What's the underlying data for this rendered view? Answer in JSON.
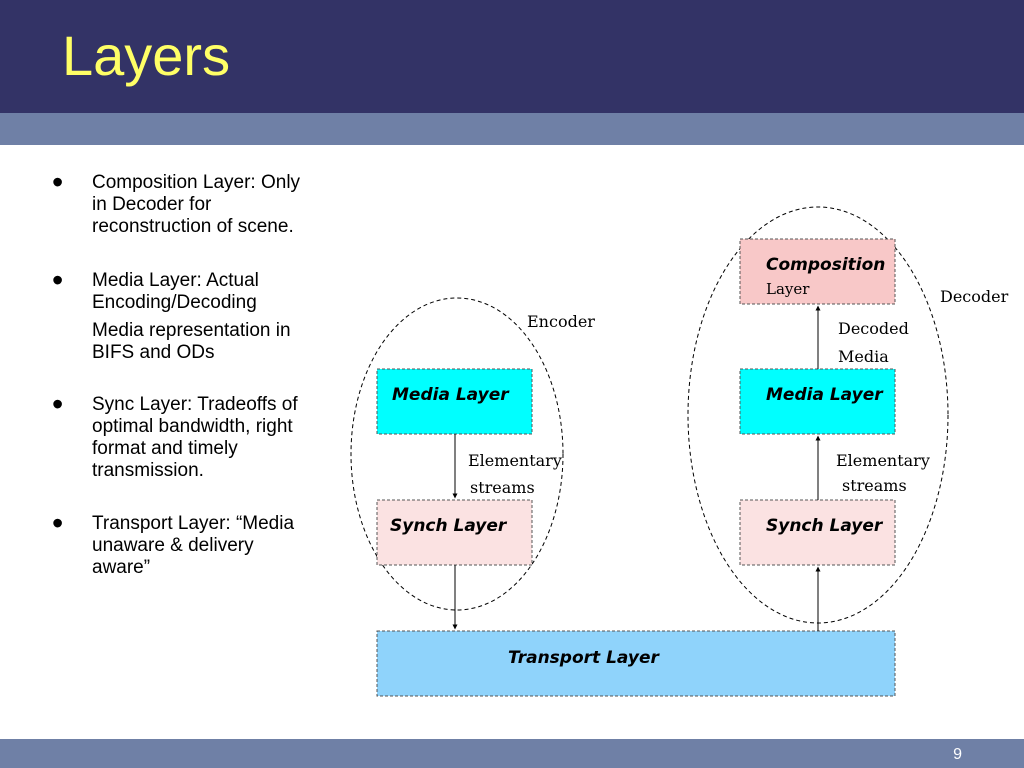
{
  "slide": {
    "title": "Layers",
    "page_number": "9",
    "colors": {
      "title_bg": "#333366",
      "title_text": "#ffff66",
      "band": "#6f80a6"
    }
  },
  "bullets": [
    {
      "text": "Composition Layer: Only in Decoder for reconstruction of scene."
    },
    {
      "text": "Media Layer: Actual Encoding/Decoding",
      "extra": "Media representation in BIFS and ODs"
    },
    {
      "text": "Sync Layer: Tradeoffs of optimal bandwidth, right format and timely transmission."
    },
    {
      "text": "Transport Layer: “Media unaware & delivery aware”"
    }
  ],
  "diagram": {
    "encoder_label": "Encoder",
    "decoder_label": "Decoder",
    "encoder_media": "Media Layer",
    "encoder_synch": "Synch Layer",
    "encoder_streams_line1": "Elementary",
    "encoder_streams_line2": "streams",
    "decoder_composition_line1": "Composition",
    "decoder_composition_line2": "Layer",
    "decoded_media_line1": "Decoded",
    "decoded_media_line2": "Media",
    "decoder_media": "Media Layer",
    "decoder_synch": "Synch Layer",
    "decoder_streams_line1": "Elementary",
    "decoder_streams_line2": "streams",
    "transport": "Transport Layer",
    "colors": {
      "media": "#00ffff",
      "synch": "#fbe2e2",
      "composition": "#f8c8c8",
      "transport": "#8fd3fb"
    }
  }
}
